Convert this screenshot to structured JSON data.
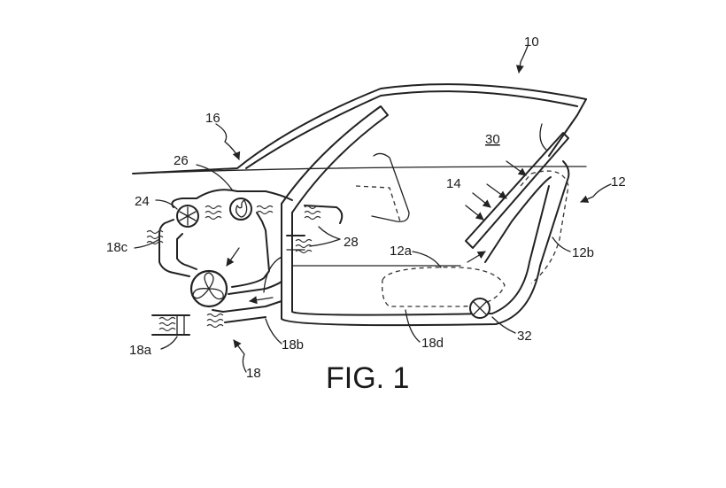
{
  "figure": {
    "caption": "FIG. 1",
    "labels": {
      "l10": "10",
      "l12": "12",
      "l12a": "12a",
      "l12b": "12b",
      "l14": "14",
      "l16": "16",
      "l18": "18",
      "l18a": "18a",
      "l18b": "18b",
      "l18c": "18c",
      "l18d": "18d",
      "l24": "24",
      "l26": "26",
      "l28": "28",
      "l30": "30",
      "l32": "32"
    },
    "icons": {
      "evaporator": "snowflake-icon",
      "heater": "flame-icon",
      "blower": "fan-icon",
      "damper": "valve-icon"
    }
  }
}
